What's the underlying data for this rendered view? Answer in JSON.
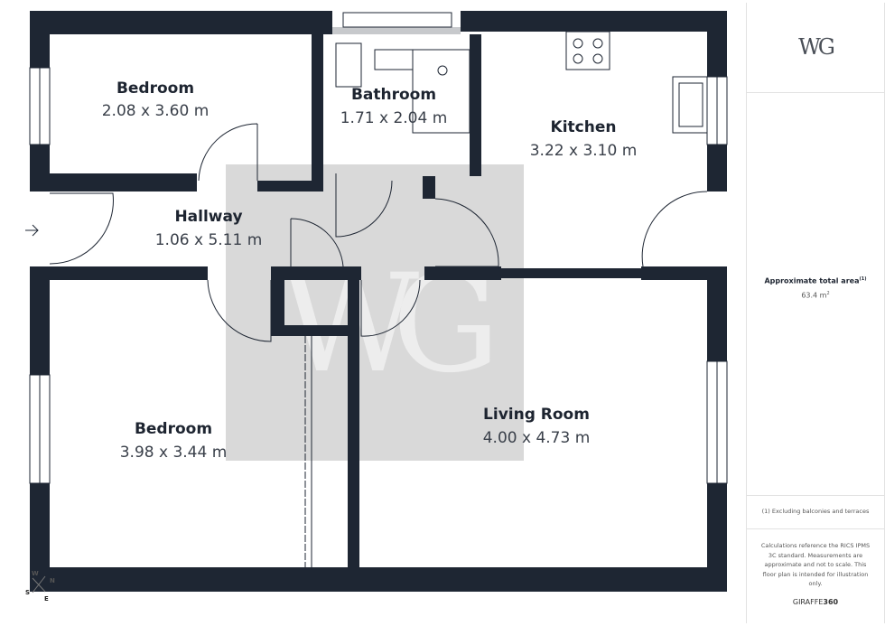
{
  "rooms": [
    {
      "name": "Bedroom",
      "dims": "2.08 x 3.60 m"
    },
    {
      "name": "Bathroom",
      "dims": "1.71 x 2.04 m"
    },
    {
      "name": "Kitchen",
      "dims": "3.22 x 3.10 m"
    },
    {
      "name": "Hallway",
      "dims": "1.06 x 5.11 m"
    },
    {
      "name": "Bedroom",
      "dims": "3.98 x 3.44 m"
    },
    {
      "name": "Living Room",
      "dims": "4.00 x 4.73 m"
    }
  ],
  "compass": {
    "n": "N",
    "s": "S",
    "e": "E",
    "w": "W"
  },
  "watermark": "WG",
  "panel": {
    "logo": "WG",
    "area_title": "Approximate total area",
    "area_sup": "(1)",
    "area_value": "63.4 m",
    "area_unit_sup": "2",
    "footnote": "(1) Excluding balconies and terraces",
    "disclaimer": "Calculations reference the RICS IPMS 3C standard. Measurements are approximate and not to scale. This floor plan is intended for illustration only.",
    "brand_a": "GIRAFFE",
    "brand_b": "360"
  },
  "colors": {
    "wall": "#1e2633",
    "watermark": "#b9b9b9"
  }
}
